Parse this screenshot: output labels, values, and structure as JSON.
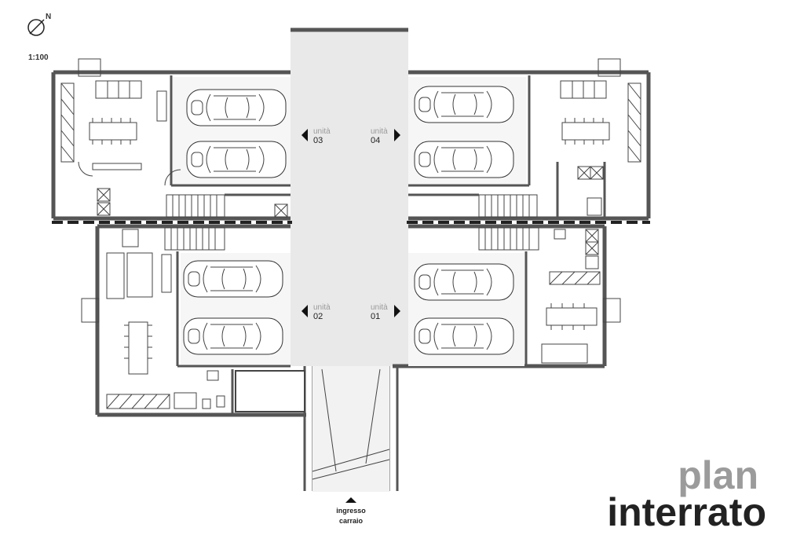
{
  "plan": {
    "scale": "1:100",
    "north": "N",
    "title_line1": "plan",
    "title_line2": "interrato",
    "entrance_line1": "ingresso",
    "entrance_line2": "carraio"
  },
  "units": [
    {
      "label": "unità",
      "number": "03"
    },
    {
      "label": "unità",
      "number": "04"
    },
    {
      "label": "unità",
      "number": "02"
    },
    {
      "label": "unità",
      "number": "01"
    }
  ],
  "colors": {
    "wall": "#555555",
    "floor": "#e9e9e9",
    "title_grey": "#9b9b9b",
    "title_dark": "#222222"
  }
}
